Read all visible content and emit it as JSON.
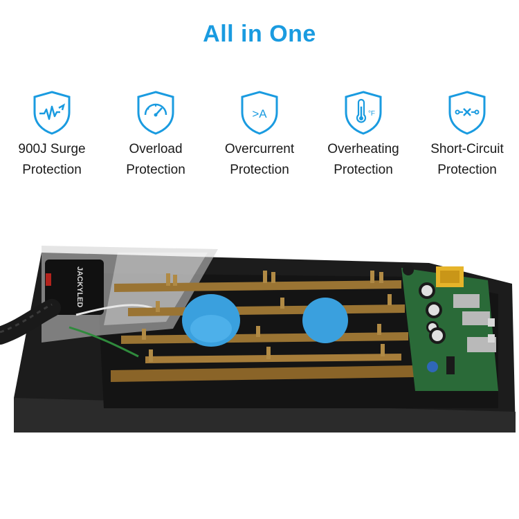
{
  "title": "All in One",
  "brand_text": "JACKYLED",
  "features": [
    {
      "icon": "surge-wave-shield-icon",
      "line1": "900J Surge",
      "line2": "Protection"
    },
    {
      "icon": "gauge-shield-icon",
      "line1": "Overload",
      "line2": "Protection"
    },
    {
      "icon": "ampere-shield-icon",
      "line1": "Overcurrent",
      "line2": "Protection",
      "icon_text": ">A"
    },
    {
      "icon": "thermometer-shield-icon",
      "line1": "Overheating",
      "line2": "Protection",
      "icon_text": "°F"
    },
    {
      "icon": "short-circuit-shield-icon",
      "line1": "Short-Circuit",
      "line2": "Protection"
    }
  ],
  "colors": {
    "accent": "#1a9be0",
    "housing": "#1c1c1c",
    "strip": "#9a7433",
    "pcb": "#2a6a38",
    "button": "#3aa0de"
  }
}
